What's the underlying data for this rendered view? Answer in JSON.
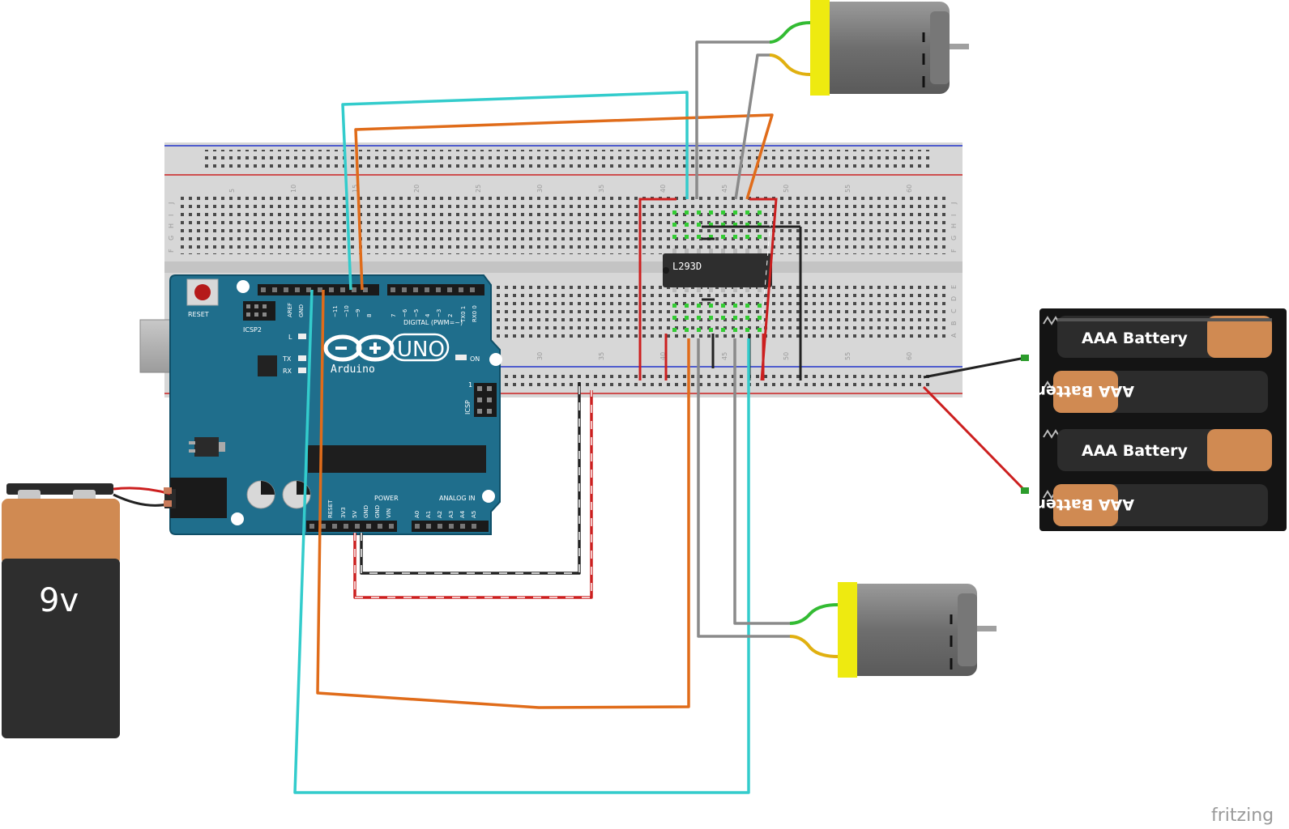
{
  "board": {
    "name": "UNO",
    "brand": "Arduino",
    "reset_label": "RESET",
    "icsp2_label": "ICSP2",
    "icsp_label": "ICSP",
    "on_label": "ON",
    "l_label": "L",
    "tx_label": "TX",
    "rx_label": "RX",
    "digital_label": "DIGITAL (PWM=~)",
    "power_label": "POWER",
    "analog_label": "ANALOG IN",
    "aref_label": "AREF",
    "gnd_label": "GND",
    "pin_labels_top": [
      "~11",
      "~10",
      "~9",
      "8",
      "7",
      "~6",
      "~5",
      "4",
      "~3",
      "2",
      "TX0 1",
      "RX0 0"
    ],
    "pin_labels_power": [
      "RESET",
      "3V3",
      "5V",
      "GND",
      "GND",
      "VIN"
    ],
    "pin_labels_analog": [
      "A0",
      "A1",
      "A2",
      "A3",
      "A4",
      "A5"
    ],
    "one_label": "1"
  },
  "chip": {
    "label": "L293D"
  },
  "battery_9v": {
    "label": "9v"
  },
  "battery_pack": {
    "cells": [
      "AAA Battery",
      "AAA Battery",
      "AAA Battery",
      "AAA Battery"
    ]
  },
  "breadboard": {
    "col_numbers": [
      "5",
      "10",
      "15",
      "20",
      "25",
      "30",
      "35",
      "40",
      "45",
      "50",
      "55",
      "60"
    ],
    "row_letters_top": [
      "J",
      "I",
      "H",
      "G",
      "F"
    ],
    "row_letters_bottom": [
      "E",
      "D",
      "C",
      "B",
      "A"
    ]
  },
  "watermark": "fritzing",
  "colors": {
    "board_blue": "#1f6e8c",
    "wire_cyan": "#33cccc",
    "wire_orange": "#e06c1a",
    "wire_red": "#cc1f1f",
    "wire_black": "#222222",
    "wire_gray": "#8a8a8a",
    "battery_copper": "#d08a52"
  }
}
